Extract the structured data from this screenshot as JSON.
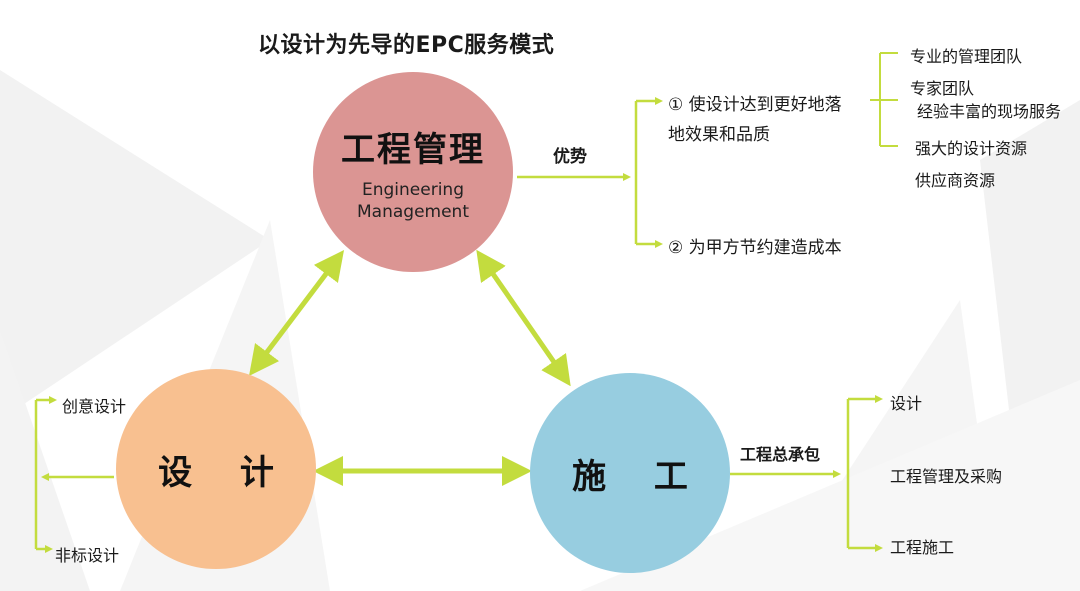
{
  "title": "以设计为先导的EPC服务模式",
  "colors": {
    "arrow": "#c3dc3e",
    "management": "#db9593",
    "design": "#f8c090",
    "construction": "#97cde0"
  },
  "nodes": {
    "management": {
      "name": "工程管理",
      "english_line1": "Engineering",
      "english_line2": "Management"
    },
    "design": {
      "name": "设 计"
    },
    "construction": {
      "name": "施 工"
    }
  },
  "advantage": {
    "label": "优势",
    "points": [
      "① 使设计达到更好地落",
      "地效果和品质",
      "② 为甲方节约建造成本"
    ],
    "details": [
      "专业的管理团队",
      "专家团队",
      "经验丰富的现场服务",
      "强大的设计资源",
      "供应商资源"
    ]
  },
  "design_branches": [
    "创意设计",
    "非标设计"
  ],
  "contracting": {
    "label": "工程总承包",
    "items": [
      "设计",
      "工程管理及采购",
      "工程施工"
    ]
  }
}
